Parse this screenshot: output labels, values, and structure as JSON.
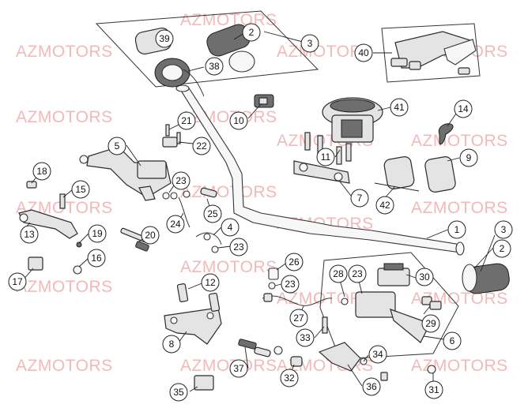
{
  "watermark": "AZMOTORS",
  "callouts": {
    "c1": "1",
    "c2": "2",
    "c2b": "2",
    "c3": "3",
    "c3b": "3",
    "c4": "4",
    "c5": "5",
    "c6": "6",
    "c7": "7",
    "c8": "8",
    "c9": "9",
    "c10": "10",
    "c11": "11",
    "c12": "12",
    "c13": "13",
    "c14": "14",
    "c15": "15",
    "c16": "16",
    "c17": "17",
    "c18": "18",
    "c19": "19",
    "c20": "20",
    "c21": "21",
    "c22": "22",
    "c23a": "23",
    "c23b": "23",
    "c23c": "23",
    "c23d": "23",
    "c24": "24",
    "c25": "25",
    "c26": "26",
    "c27": "27",
    "c28": "28",
    "c29": "29",
    "c30": "30",
    "c31": "31",
    "c32": "32",
    "c33": "33",
    "c34": "34",
    "c35": "35",
    "c36": "36",
    "c37": "37",
    "c38": "38",
    "c39": "39",
    "c40": "40",
    "c41": "41",
    "c42": "42"
  },
  "colors": {
    "watermark": "#f2b9b9",
    "line": "#222222",
    "part_fill": "#e4e4e4"
  }
}
